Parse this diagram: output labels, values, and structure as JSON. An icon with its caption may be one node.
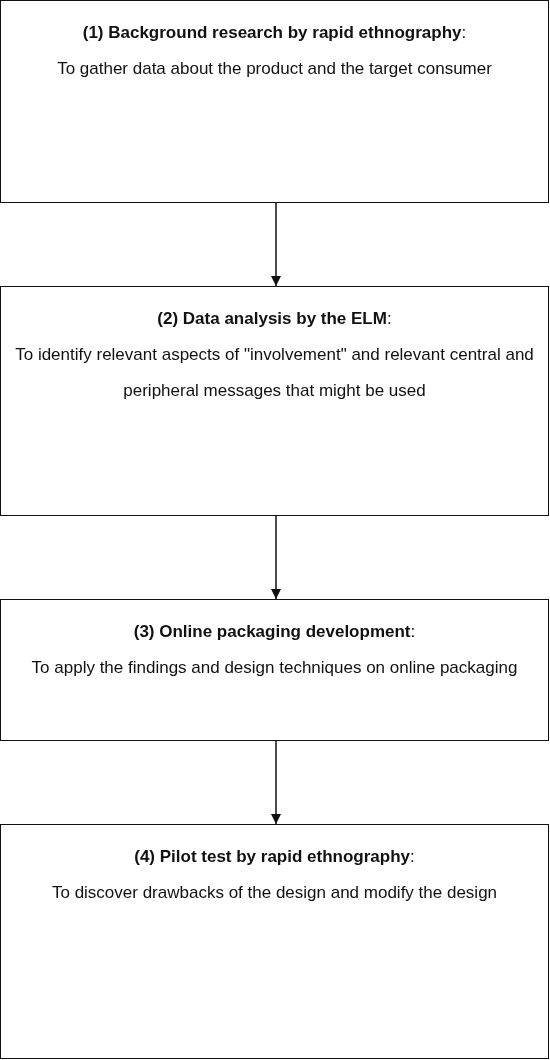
{
  "diagram": {
    "nodes": [
      {
        "text": [
          "**(1) Background research by rapid ethnography**:",
          "To gather data about the product and the target consumer"
        ]
      },
      {
        "text": [
          "**(2) Data analysis by the ELM**:",
          "To identify relevant aspects of \"involvement\" and relevant central and peripheral messages that might be used"
        ]
      },
      {
        "text": [
          "**(3) Online packaging development**:",
          "To apply the findings and design techniques on online packaging"
        ]
      },
      {
        "text": [
          "**(4) Pilot test by rapid ethnography**:",
          "To discover drawbacks of the design and modify the design"
        ]
      }
    ],
    "edges": [
      {
        "from": 0,
        "to": 1,
        "arrow": "to"
      },
      {
        "from": 1,
        "to": 2,
        "arrow": "to"
      },
      {
        "from": 2,
        "to": 3,
        "arrow": "to"
      }
    ]
  }
}
